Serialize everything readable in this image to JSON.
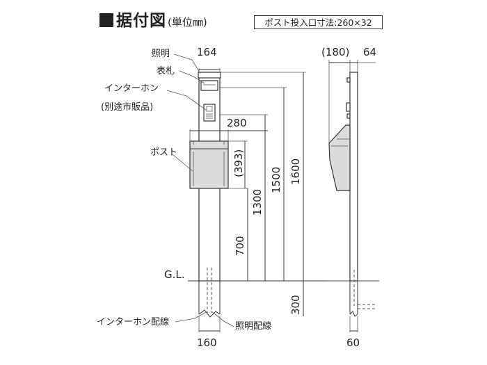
{
  "title": {
    "main": "据付図",
    "sub": "(単位㎜)"
  },
  "spec_note": "ポスト投入口寸法:260×32",
  "labels": {
    "light": "照明",
    "nameplate": "表札",
    "intercom_line1": "インターホン",
    "intercom_line2": "(別途市販品)",
    "post": "ポスト",
    "gl": "G.L.",
    "intercom_wiring": "インターホン配線",
    "light_wiring": "照明配線"
  },
  "dimensions": {
    "front_top_width": "164",
    "post_width": "280",
    "post_height": "(393)",
    "height_700": "700",
    "height_1300": "1300",
    "height_1500": "1500",
    "height_1600": "1600",
    "buried_300": "300",
    "base_width": "160",
    "side_post_depth": "(180)",
    "side_top_depth": "64",
    "side_base_depth": "60"
  }
}
